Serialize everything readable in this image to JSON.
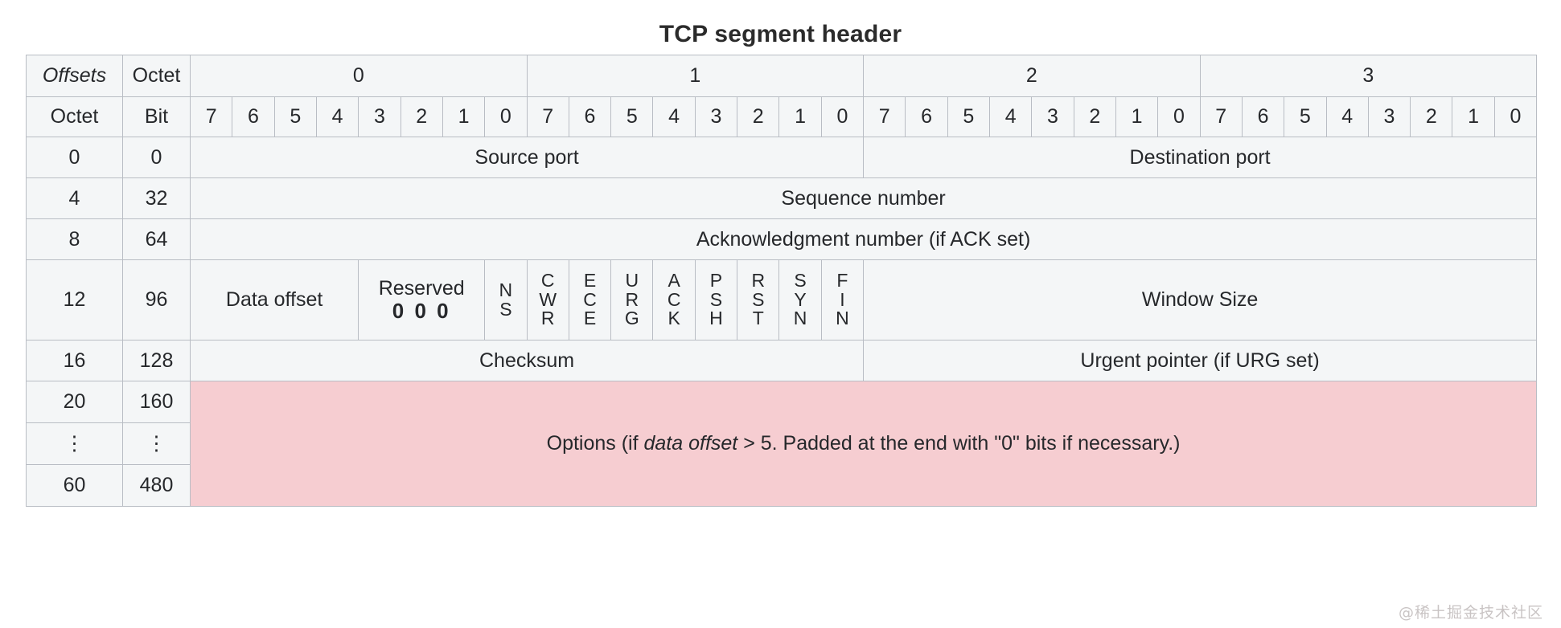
{
  "title": "TCP segment header",
  "header": {
    "offsets_label": "Offsets",
    "octet_label_blue": "Octet",
    "octet_label": "Octet",
    "bit_label_blue": "Bit",
    "octet_groups": [
      "0",
      "1",
      "2",
      "3"
    ],
    "bits": [
      "7",
      "6",
      "5",
      "4",
      "3",
      "2",
      "1",
      "0",
      "7",
      "6",
      "5",
      "4",
      "3",
      "2",
      "1",
      "0",
      "7",
      "6",
      "5",
      "4",
      "3",
      "2",
      "1",
      "0",
      "7",
      "6",
      "5",
      "4",
      "3",
      "2",
      "1",
      "0"
    ]
  },
  "rows": [
    {
      "octet": "0",
      "bit": "0",
      "fields": [
        {
          "label": "Source port",
          "span": 16
        },
        {
          "label": "Destination port",
          "span": 16
        }
      ]
    },
    {
      "octet": "4",
      "bit": "32",
      "fields": [
        {
          "label": "Sequence number",
          "span": 32
        }
      ]
    },
    {
      "octet": "8",
      "bit": "64",
      "fields": [
        {
          "label": "Acknowledgment number (if ACK set)",
          "span": 32
        }
      ]
    },
    {
      "octet": "12",
      "bit": "96",
      "fields": [
        {
          "label": "Data offset",
          "span": 4
        },
        {
          "label": "Reserved",
          "sublabel": "0 0 0",
          "span": 3
        },
        {
          "label": "NS",
          "span": 1,
          "vertical": true
        },
        {
          "label": "CWR",
          "span": 1,
          "vertical": true
        },
        {
          "label": "ECE",
          "span": 1,
          "vertical": true
        },
        {
          "label": "URG",
          "span": 1,
          "vertical": true
        },
        {
          "label": "ACK",
          "span": 1,
          "vertical": true
        },
        {
          "label": "PSH",
          "span": 1,
          "vertical": true
        },
        {
          "label": "RST",
          "span": 1,
          "vertical": true
        },
        {
          "label": "SYN",
          "span": 1,
          "vertical": true
        },
        {
          "label": "FIN",
          "span": 1,
          "vertical": true
        },
        {
          "label": "Window Size",
          "span": 16
        }
      ]
    },
    {
      "octet": "16",
      "bit": "128",
      "fields": [
        {
          "label": "Checksum",
          "span": 16
        },
        {
          "label": "Urgent pointer (if URG set)",
          "span": 16
        }
      ]
    }
  ],
  "options": {
    "octets": [
      "20",
      "⋮",
      "60"
    ],
    "bits": [
      "160",
      "⋮",
      "480"
    ],
    "text_part1": "Options (if ",
    "text_italic": "data offset",
    "text_part2": " > 5. Padded at the end with \"0\" bits if necessary.)"
  },
  "colors": {
    "header_bg": "#e3e7ed",
    "offset_bg": "#e6eaef",
    "field_bg": "#f4f6f7",
    "options_pink": "#f6cdd1",
    "border": "#b9bdc4",
    "blue_label": "#2a4b9b"
  },
  "watermark": "@稀土掘金技术社区"
}
